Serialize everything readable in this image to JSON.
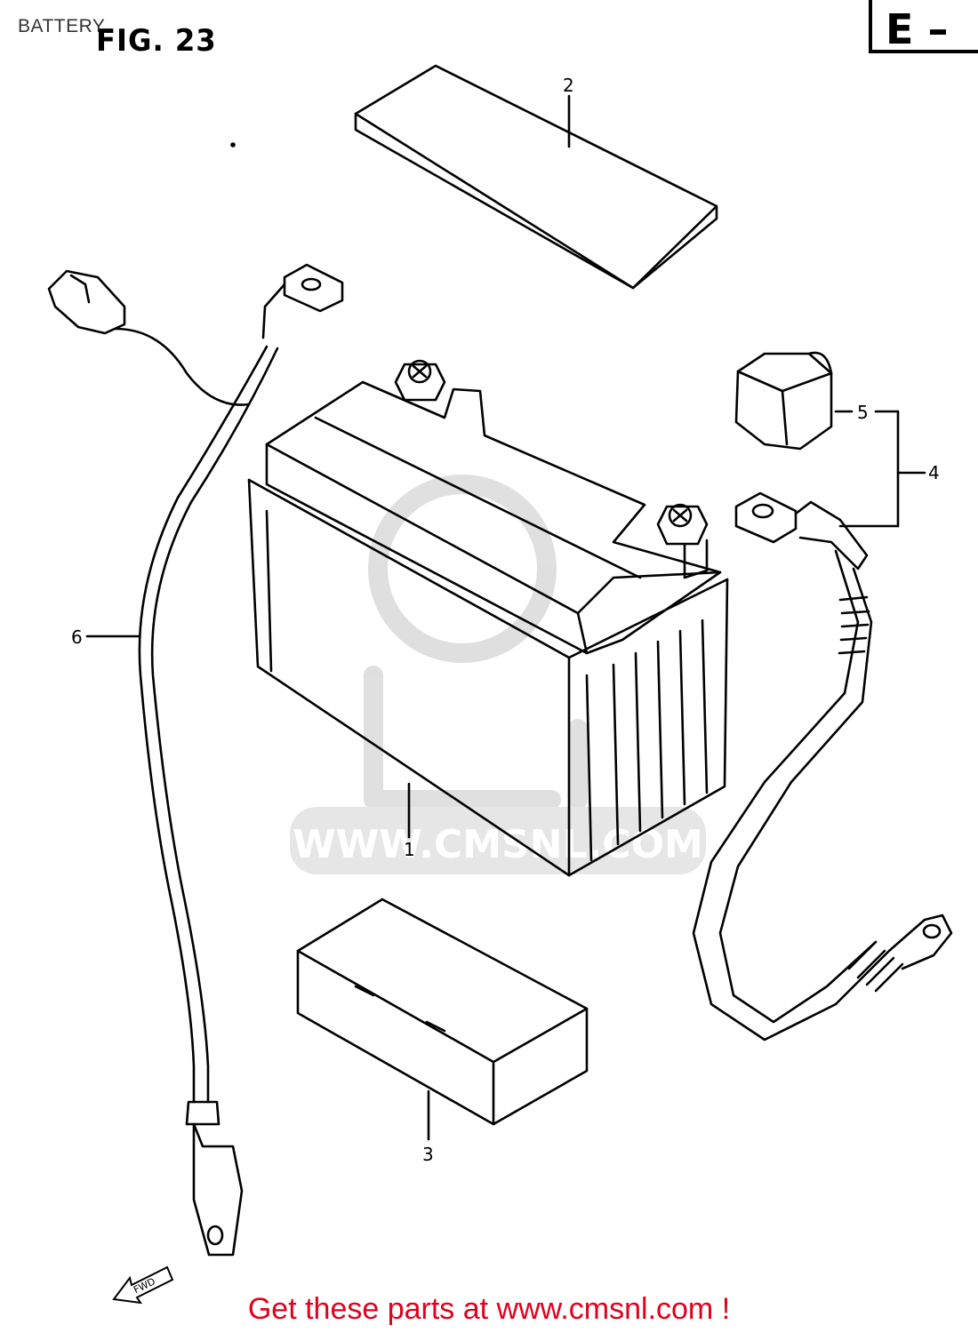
{
  "header": {
    "title": "BATTERY",
    "figure": "FIG. 23",
    "section_code": "E –"
  },
  "callouts": [
    {
      "id": "1",
      "label": "1"
    },
    {
      "id": "2",
      "label": "2"
    },
    {
      "id": "3",
      "label": "3"
    },
    {
      "id": "4",
      "label": "4"
    },
    {
      "id": "5",
      "label": "5"
    },
    {
      "id": "6",
      "label": "6"
    }
  ],
  "direction_marker": {
    "label": "FWD",
    "icon": "fwd-arrow-icon"
  },
  "watermark": {
    "text": "WWW.CMSNL.COM",
    "logo": "CMS"
  },
  "footer": {
    "text": "Get these parts at www.cmsnl.com !",
    "color": "#e3001b"
  }
}
